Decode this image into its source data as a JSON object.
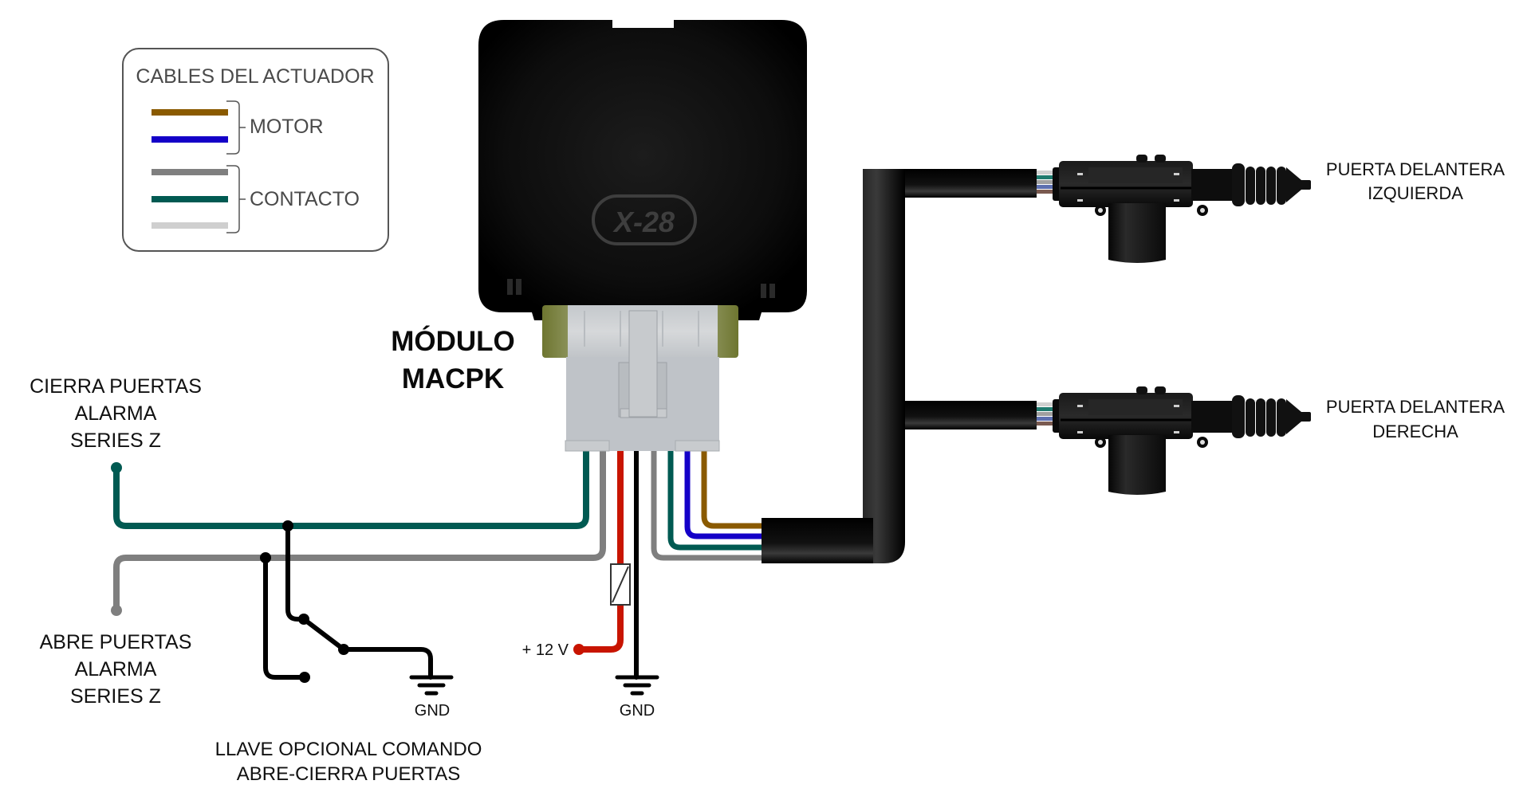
{
  "legend": {
    "title": "CABLES DEL ACTUADOR",
    "groups": [
      {
        "label": "MOTOR",
        "wires": [
          {
            "color_name": "brown",
            "color": "#8a5a00"
          },
          {
            "color_name": "blue",
            "color": "#1400c8"
          }
        ]
      },
      {
        "label": "CONTACTO",
        "wires": [
          {
            "color_name": "gray",
            "color": "#7f7f7f"
          },
          {
            "color_name": "teal",
            "color": "#005a52"
          },
          {
            "color_name": "light-gray",
            "color": "#cfcfcf"
          }
        ]
      }
    ]
  },
  "module": {
    "label_line1": "MÓDULO",
    "label_line2": "MACPK",
    "logo_text": "X-28",
    "connector_wire_order": [
      "teal",
      "gray",
      "red",
      "black",
      "gray",
      "teal",
      "blue",
      "brown"
    ]
  },
  "labels": {
    "lock_input": {
      "line1": "CIERRA PUERTAS",
      "line2": "ALARMA",
      "line3": "SERIES Z"
    },
    "unlock_input": {
      "line1": "ABRE PUERTAS",
      "line2": "ALARMA",
      "line3": "SERIES Z"
    },
    "optional_key": {
      "line1": "LLAVE OPCIONAL COMANDO",
      "line2": "ABRE-CIERRA PUERTAS"
    },
    "power": "+ 12 V",
    "gnd_switch": "GND",
    "gnd_module": "GND",
    "door_left": {
      "line1": "PUERTA DELANTERA",
      "line2": "IZQUIERDA"
    },
    "door_right": {
      "line1": "PUERTA DELANTERA",
      "line2": "DERECHA"
    }
  },
  "colors": {
    "teal": "#005a52",
    "gray": "#7f7f7f",
    "red": "#c81400",
    "black": "#000000",
    "blue": "#1400c8",
    "brown": "#8a5a00",
    "light_gray": "#cfcfcf"
  }
}
